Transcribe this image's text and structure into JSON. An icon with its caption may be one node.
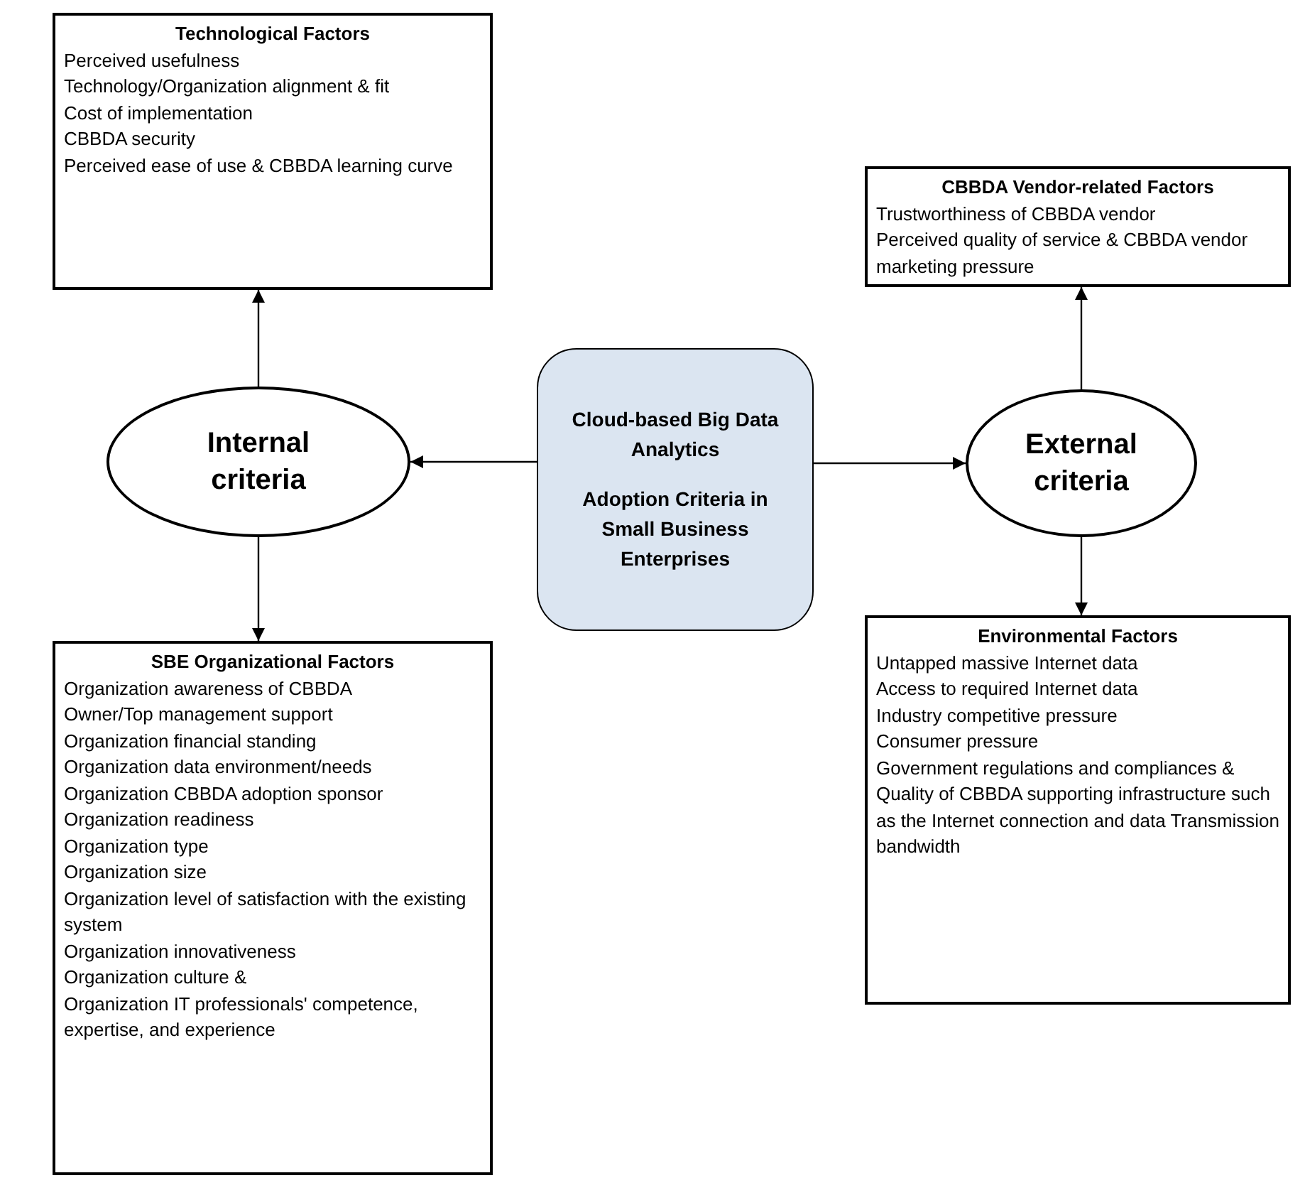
{
  "diagram": {
    "nodes": [
      {
        "text": [
          "Technological Factors",
          "Perceived usefulness",
          "Technology/Organization alignment & fit",
          "Cost of implementation",
          "CBBDA security",
          "Perceived ease of use & CBBDA learning curve"
        ]
      },
      {
        "text": [
          "CBBDA Vendor-related Factors",
          "Trustworthiness of CBBDA vendor",
          "Perceived quality of service & CBBDA vendor marketing pressure"
        ]
      },
      {
        "text": [
          "Internal criteria"
        ]
      },
      {
        "text": [
          "Cloud-based Big Data Analytics",
          "Adoption Criteria in Small Business Enterprises"
        ]
      },
      {
        "text": [
          "External criteria"
        ]
      },
      {
        "text": [
          "SBE Organizational Factors",
          "Organization awareness of CBBDA",
          "Owner/Top management support",
          "Organization financial standing",
          "Organization data environment/needs",
          "Organization CBBDA adoption sponsor",
          "Organization readiness",
          "Organization type",
          "Organization size",
          "Organization level of satisfaction with the existing system",
          "Organization innovativeness",
          "Organization culture &",
          "Organization IT professionals' competence, expertise, and experience"
        ]
      },
      {
        "text": [
          "Environmental Factors",
          "Untapped massive Internet data",
          "Access to required Internet data",
          "Industry competitive pressure",
          "Consumer pressure",
          "Government regulations and compliances &",
          "Quality of CBBDA supporting infrastructure such as the Internet connection and data Transmission bandwidth"
        ]
      }
    ],
    "edges": [
      {
        "from": 2,
        "to": 0,
        "arrow": "to"
      },
      {
        "from": 3,
        "to": 2,
        "arrow": "to"
      },
      {
        "from": 2,
        "to": 5,
        "arrow": "to"
      },
      {
        "from": 4,
        "to": 1,
        "arrow": "to"
      },
      {
        "from": 3,
        "to": 4,
        "arrow": "to"
      },
      {
        "from": 4,
        "to": 6,
        "arrow": "to"
      }
    ]
  }
}
